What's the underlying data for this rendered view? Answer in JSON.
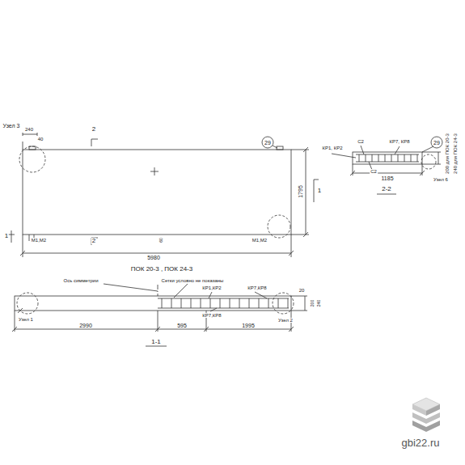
{
  "diagram": {
    "title": "ПОК 20-3 , ПОК 24-3",
    "labels": [
      "Узел 3",
      "240",
      "40",
      "2",
      "29",
      "1795",
      "1",
      "1",
      "М1,М2",
      "2",
      "60",
      "5980",
      "М1,М2",
      "КР1, КР2",
      "С2",
      "КР7, КР8",
      "29",
      "С2",
      "1185",
      "2-2",
      "200 для ПОК 20-3",
      "240 для ПОК 24-3",
      "Узел 6",
      "Ось симметрии",
      "Сетки условно не показаны",
      "КР1,КР2",
      "КР7,КР8",
      "20",
      "200",
      "240",
      "КР7,КР8",
      "Узел 1",
      "Узел 2",
      "2990",
      "595",
      "1995",
      "1-1",
      "gbi22.ru"
    ]
  }
}
